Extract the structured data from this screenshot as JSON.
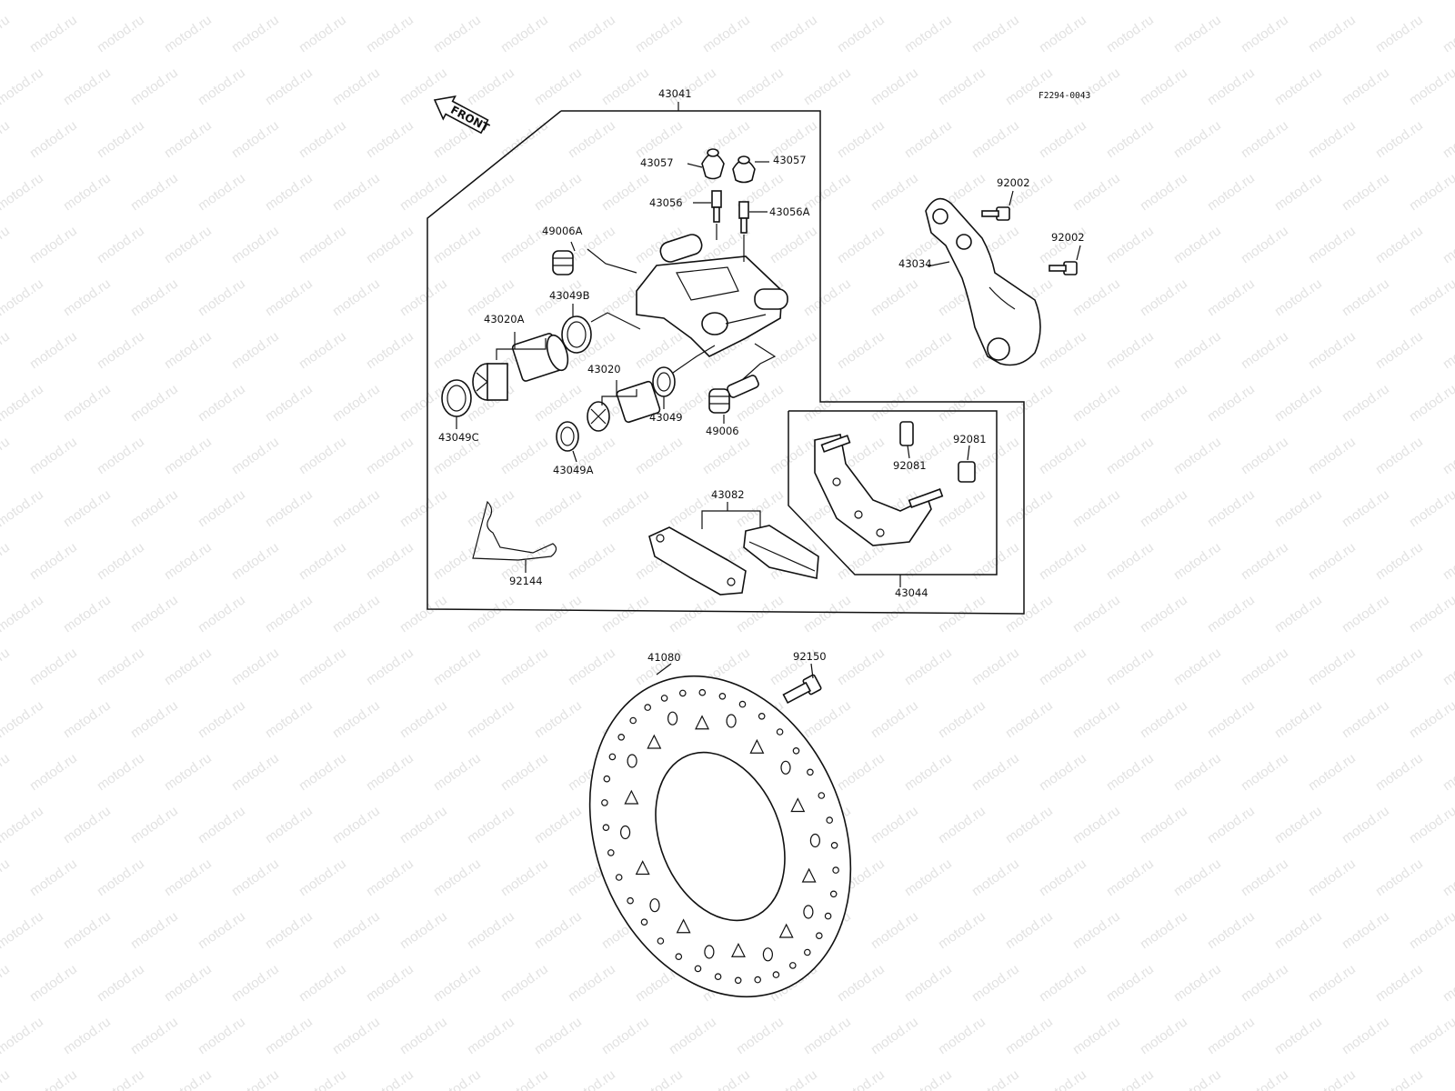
{
  "watermark": "motod.ru",
  "drawing_code": "F2294-0043",
  "direction_marker": "FRONT",
  "labels": {
    "p43041": "43041",
    "p43057_l": "43057",
    "p43057_r": "43057",
    "p43056": "43056",
    "p43056A": "43056A",
    "p49006A": "49006A",
    "p43049B": "43049B",
    "p43020A": "43020A",
    "p43020": "43020",
    "p43049": "43049",
    "p49006": "49006",
    "p43049C": "43049C",
    "p43049A": "43049A",
    "p92002_a": "92002",
    "p92002_b": "92002",
    "p43034": "43034",
    "p92081_a": "92081",
    "p92081_b": "92081",
    "p43082": "43082",
    "p92144": "92144",
    "p43044": "43044",
    "p41080": "41080",
    "p92150": "92150"
  }
}
